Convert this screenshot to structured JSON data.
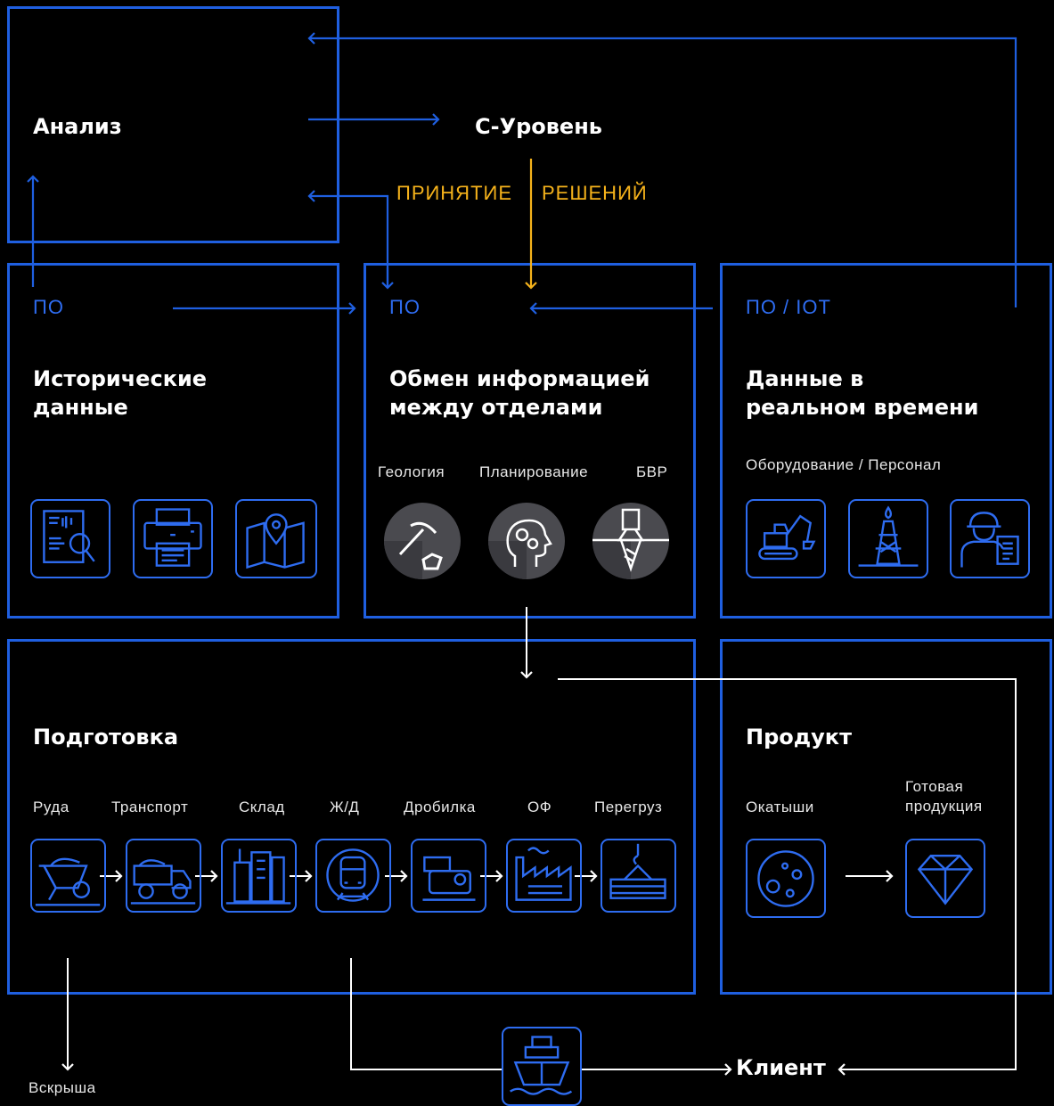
{
  "analysis": {
    "title": "Анализ"
  },
  "c_level": {
    "title": "С-Уровень"
  },
  "decision": {
    "left": "ПРИНЯТИЕ",
    "right": "РЕШЕНИЙ"
  },
  "historical": {
    "po": "ПО",
    "title": "Исторические\nданные",
    "icons": [
      "document-search-icon",
      "printer-icon",
      "map-pin-icon"
    ]
  },
  "exchange": {
    "po": "ПО",
    "title": "Обмен информацией\nмежду отделами",
    "departments": [
      {
        "label": "Геология",
        "icon": "pickaxe-gem-icon"
      },
      {
        "label": "Планирование",
        "icon": "head-gear-icon"
      },
      {
        "label": "БВР",
        "icon": "drill-icon"
      }
    ]
  },
  "realtime": {
    "po": "ПО / IOT",
    "title": "Данные в\nреальном времени",
    "subtitle": "Оборудование / Персонал",
    "icons": [
      "excavator-icon",
      "drilling-rig-icon",
      "worker-clipboard-icon"
    ]
  },
  "preparation": {
    "title": "Подготовка",
    "steps": [
      {
        "label": "Руда",
        "icon": "wheelbarrow-icon"
      },
      {
        "label": "Транспорт",
        "icon": "dump-truck-icon"
      },
      {
        "label": "Склад",
        "icon": "warehouse-icon"
      },
      {
        "label": "Ж/Д",
        "icon": "train-icon"
      },
      {
        "label": "Дробилка",
        "icon": "crusher-icon"
      },
      {
        "label": "ОФ",
        "icon": "factory-icon"
      },
      {
        "label": "Перегруз",
        "icon": "crane-cargo-icon"
      }
    ]
  },
  "product": {
    "title": "Продукт",
    "pellets_label": "Окатыши",
    "finished_label": "Готовая\nпродукция"
  },
  "client": {
    "label": "Клиент"
  },
  "overburden": {
    "label": "Вскрыша"
  },
  "colors": {
    "accent": "#1f5fe0",
    "decision": "#f5b21b",
    "flow": "#ffffff"
  }
}
